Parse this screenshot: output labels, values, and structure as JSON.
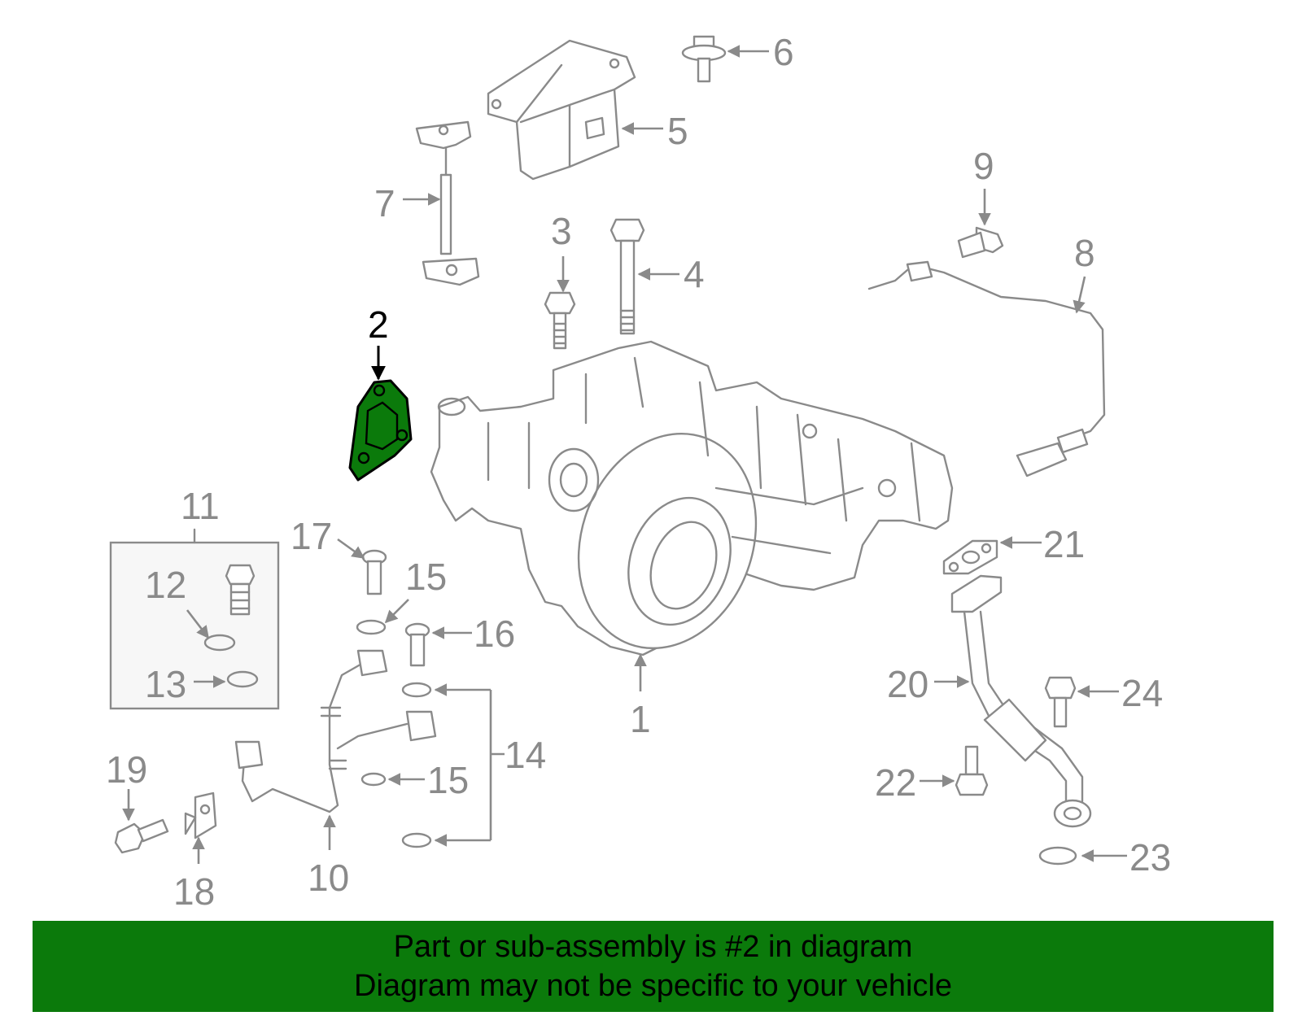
{
  "callouts": {
    "c1": "1",
    "c2": "2",
    "c3": "3",
    "c4": "4",
    "c5": "5",
    "c6": "6",
    "c7": "7",
    "c8": "8",
    "c9": "9",
    "c10": "10",
    "c11": "11",
    "c12": "12",
    "c13": "13",
    "c14": "14",
    "c15a": "15",
    "c15b": "15",
    "c16": "16",
    "c17": "17",
    "c18": "18",
    "c19": "19",
    "c20": "20",
    "c21": "21",
    "c22": "22",
    "c23": "23",
    "c24": "24"
  },
  "highlighted_part": "2",
  "banner": {
    "line1": "Part or sub-assembly is #2 in diagram",
    "line2": "Diagram may not be specific to your vehicle"
  },
  "colors": {
    "highlight": "#0b7a0b",
    "line": "#8a8a8a",
    "banner": "#0b7a0b"
  }
}
